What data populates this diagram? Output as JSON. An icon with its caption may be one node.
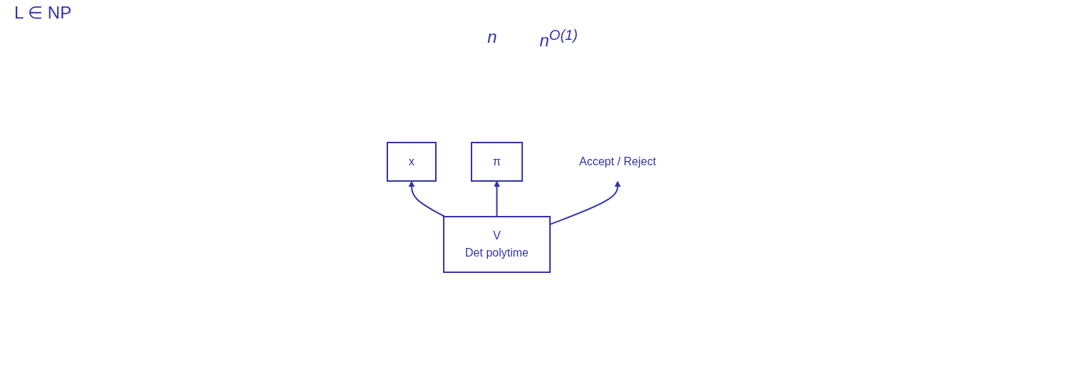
{
  "diagram": {
    "title": "L ∈ NP",
    "nodes": [
      {
        "text": [
          "x"
        ]
      },
      {
        "text": [
          "π"
        ]
      },
      {
        "text": [
          "V",
          "Det polytime"
        ]
      },
      {
        "text": [
          "Accept / Reject"
        ]
      }
    ],
    "edges": [
      {
        "from": 2,
        "to": 0,
        "arrow": "to"
      },
      {
        "from": 2,
        "to": 1,
        "arrow": "to"
      },
      {
        "from": 2,
        "to": 3,
        "arrow": "to"
      }
    ],
    "labels": [
      "n",
      "n$^{O(1)}$"
    ]
  }
}
